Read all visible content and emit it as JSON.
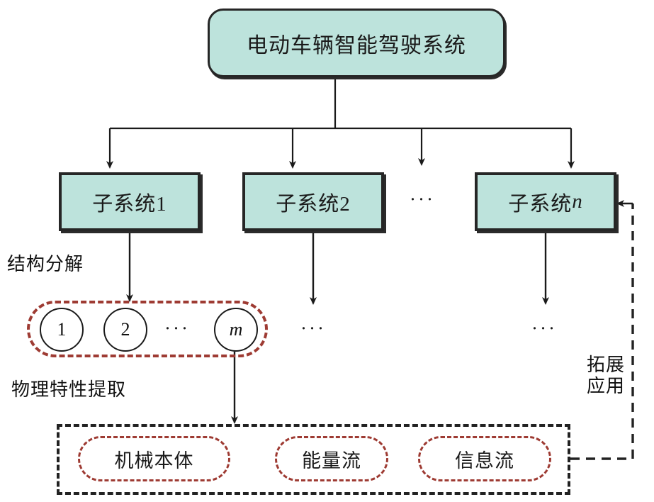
{
  "diagram": {
    "title_text": "电动车辆智能驾驶系统",
    "colors": {
      "node_fill": "#bde3dc",
      "node_border": "#262626",
      "red_dashed": "#9e3b33",
      "black_dashed": "#222222",
      "text": "#1a1a1a",
      "background": "#ffffff"
    },
    "root": {
      "label": "电动车辆智能驾驶系统"
    },
    "subsystems": [
      {
        "label": "子系统1"
      },
      {
        "label": "子系统2"
      },
      {
        "label_prefix": "子系统",
        "label_suffix": "n"
      }
    ],
    "ellipsis": {
      "top_row": "···",
      "components_row": "···",
      "sub2_branch": "···",
      "subn_branch": "···"
    },
    "components": [
      {
        "label": "1"
      },
      {
        "label": "2"
      },
      {
        "label": "m"
      }
    ],
    "physical_features": [
      {
        "label": "机械本体"
      },
      {
        "label": "能量流"
      },
      {
        "label": "信息流"
      }
    ],
    "annotations": {
      "structure_decomposition": "结构分解",
      "physical_extraction": "物理特性提取",
      "extended_application": "拓展\n应用"
    }
  }
}
